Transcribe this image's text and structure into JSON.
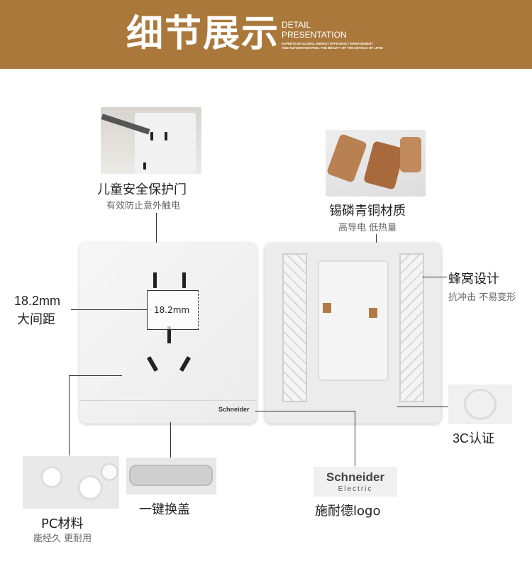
{
  "header": {
    "title": "细节展示",
    "en_title_1": "DETAIL",
    "en_title_2": "PRESENTATION",
    "en_sub_1": "EXPERTS IN GLOBAL ENERGY EFFICIENCY MANAGEMENT",
    "en_sub_2": "AND AUTOMATION FEEL THE BEAUTY OF THE DETAILS OF LIFEE"
  },
  "features": {
    "shutter": {
      "label": "儿童安全保护门",
      "sub": "有效防止意外触电"
    },
    "copper": {
      "label": "锡磷青铜材质",
      "sub": "高导电 低热量"
    },
    "honeycomb": {
      "label": "蜂窝设计",
      "sub": "抗冲击 不易变形"
    },
    "spacing": {
      "label_1": "18.2mm",
      "label_2": "大间距",
      "measure": "18.2mm"
    },
    "cert": {
      "label": "3C认证"
    },
    "pc": {
      "label": "PC材料",
      "sub": "能经久 更耐用"
    },
    "cover": {
      "label": "一键换盖"
    },
    "logo": {
      "label": "施耐德logo",
      "brand": "Schneider",
      "brand_sub": "Electric"
    }
  },
  "colors": {
    "header_bg": "#ab783c"
  }
}
